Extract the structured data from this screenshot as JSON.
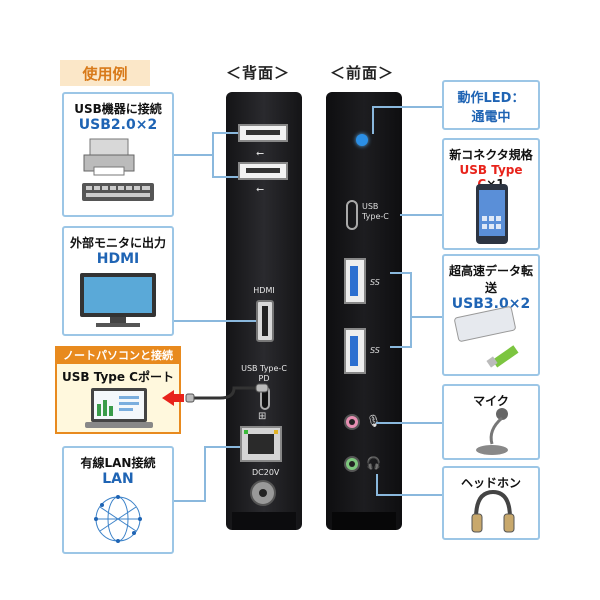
{
  "usage_label": "使用例",
  "rear_label": "＜背面＞",
  "front_label": "＜前面＞",
  "left_boxes": {
    "usb2": {
      "line1": "USB機器に接続",
      "line2": "USB2.0×2"
    },
    "hdmi": {
      "line1": "外部モニタに出力",
      "line2": "HDMI"
    },
    "typec": {
      "banner": "ノートパソコンと接続",
      "line1": "USB Type Cポート"
    },
    "lan": {
      "line1": "有線LAN接続",
      "line2": "LAN"
    }
  },
  "right_boxes": {
    "led": {
      "line1": "動作LED：",
      "line2": "通電中"
    },
    "typec": {
      "line1": "新コネクタ規格",
      "line2": "USB Type C",
      "line2_suffix": "×1"
    },
    "usb3": {
      "line1": "超高速データ転送",
      "line2": "USB3.0×2"
    },
    "mic": {
      "line1": "マイク"
    },
    "headphone": {
      "line1": "ヘッドホン"
    }
  },
  "rear_ports": {
    "hdmi_label": "HDMI",
    "typec_label_1": "USB Type-C",
    "typec_label_2": "PD",
    "dc_label": "DC20V"
  },
  "front_ports": {
    "typec_label_1": "USB",
    "typec_label_2": "Type-C",
    "ss_label_1": "SS",
    "ss_label_2": "SS"
  },
  "colors": {
    "accent_blue": "#1f64b4",
    "accent_red": "#e8231b",
    "border": "#9cc6e6",
    "orange": "#e88a1e"
  }
}
